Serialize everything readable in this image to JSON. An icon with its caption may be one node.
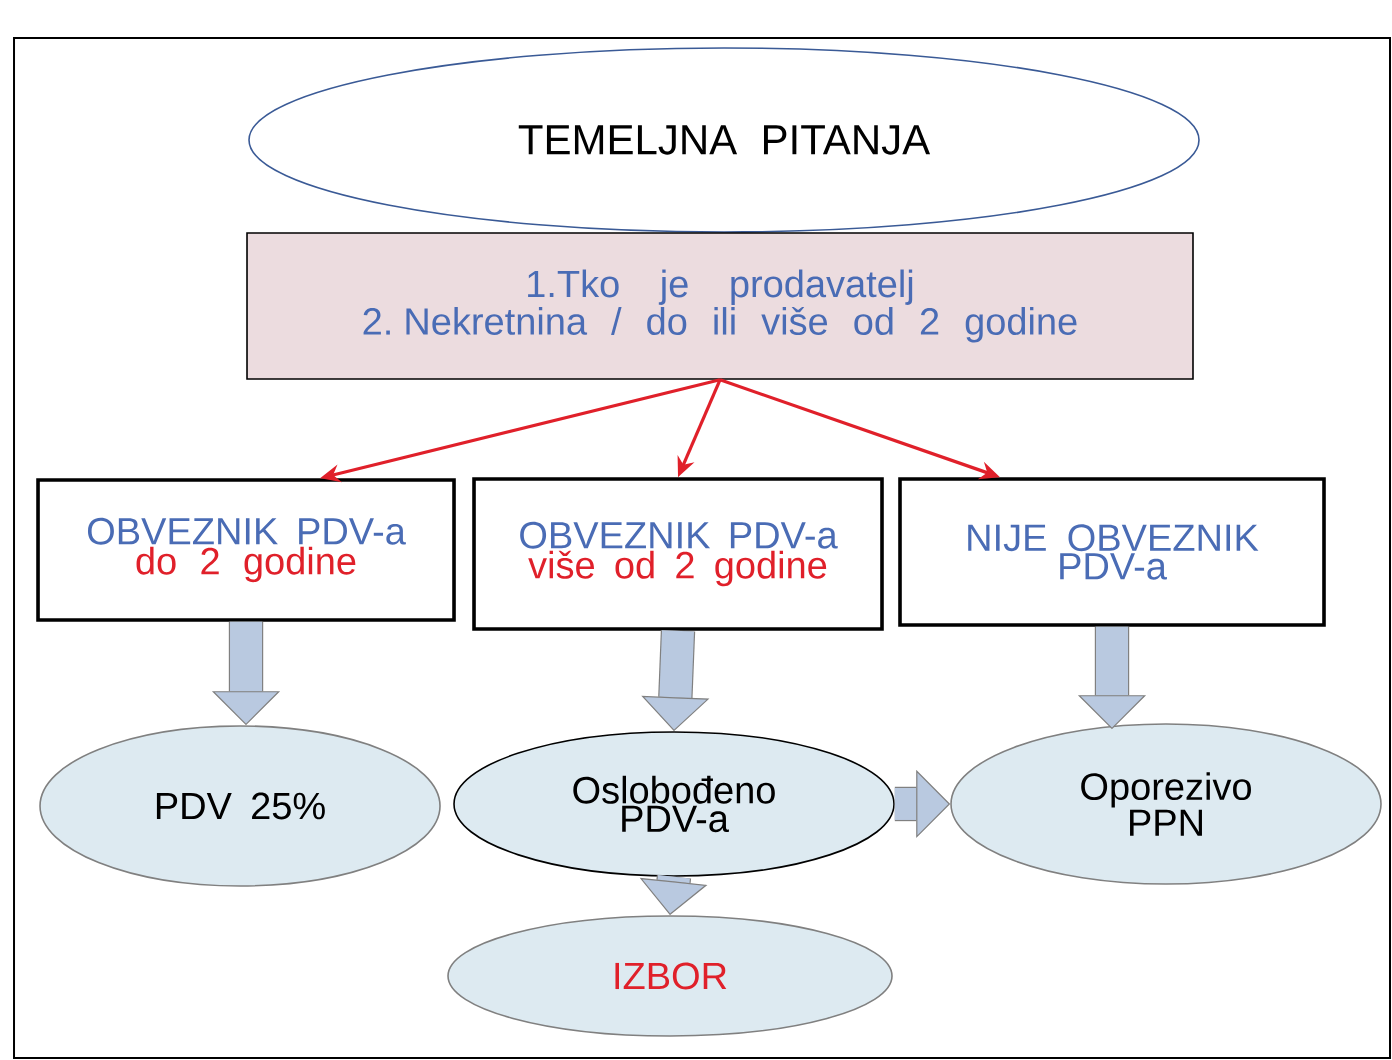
{
  "diagram": {
    "nodes": [
      {
        "text": [
          "TEMELJNA PITANJA"
        ]
      },
      {
        "text": [
          "1.Tko je prodavatelj",
          "2. Nekretnina / do ili više od 2 godine"
        ]
      },
      {
        "text": [
          "OBVEZNIK PDV-a",
          "do 2 godine"
        ]
      },
      {
        "text": [
          "OBVEZNIK PDV-a",
          "više od 2 godine"
        ]
      },
      {
        "text": [
          "NIJE OBVEZNIK PDV-a"
        ]
      },
      {
        "text": [
          "PDV 25%"
        ]
      },
      {
        "text": [
          "Oslobođeno PDV-a"
        ]
      },
      {
        "text": [
          "Oporezivo PPN"
        ]
      },
      {
        "text": [
          "IZBOR"
        ]
      }
    ],
    "edges": [
      {
        "from": 1,
        "to": 2,
        "arrow": "to",
        "color": "#e0202a"
      },
      {
        "from": 1,
        "to": 3,
        "arrow": "to",
        "color": "#e0202a"
      },
      {
        "from": 1,
        "to": 4,
        "arrow": "to",
        "color": "#e0202a"
      },
      {
        "from": 2,
        "to": 5,
        "arrow": "to"
      },
      {
        "from": 3,
        "to": 6,
        "arrow": "to"
      },
      {
        "from": 4,
        "to": 7,
        "arrow": "to"
      },
      {
        "from": 6,
        "to": 7,
        "arrow": "to"
      },
      {
        "from": 6,
        "to": 8,
        "arrow": "to"
      }
    ]
  }
}
